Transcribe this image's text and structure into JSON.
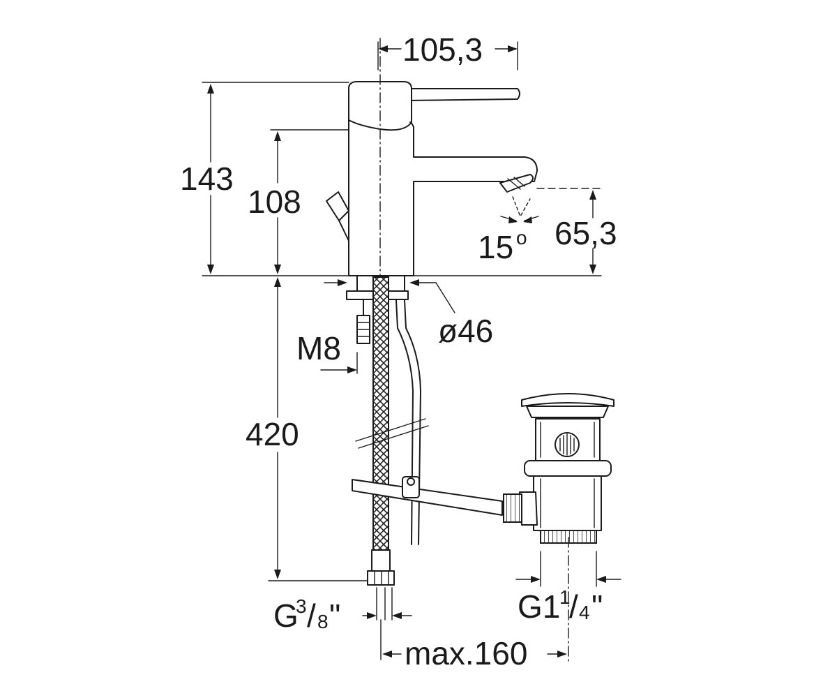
{
  "dimensions": {
    "top_width": "105,3",
    "total_height": "143",
    "spout_height": "108",
    "spout_clearance": "65,3",
    "spray_angle": "15",
    "spray_angle_unit": "o",
    "base_diameter": "ø46",
    "rod_thread": "M8",
    "hose_length": "420",
    "hose_thread_main": "G",
    "hose_thread_num": "3",
    "hose_thread_den": "8",
    "hose_thread_inch": "\"",
    "waste_thread_main": "G1",
    "waste_thread_num": "1",
    "waste_thread_den": "4",
    "waste_thread_inch": "\"",
    "max_distance": "max.160"
  }
}
